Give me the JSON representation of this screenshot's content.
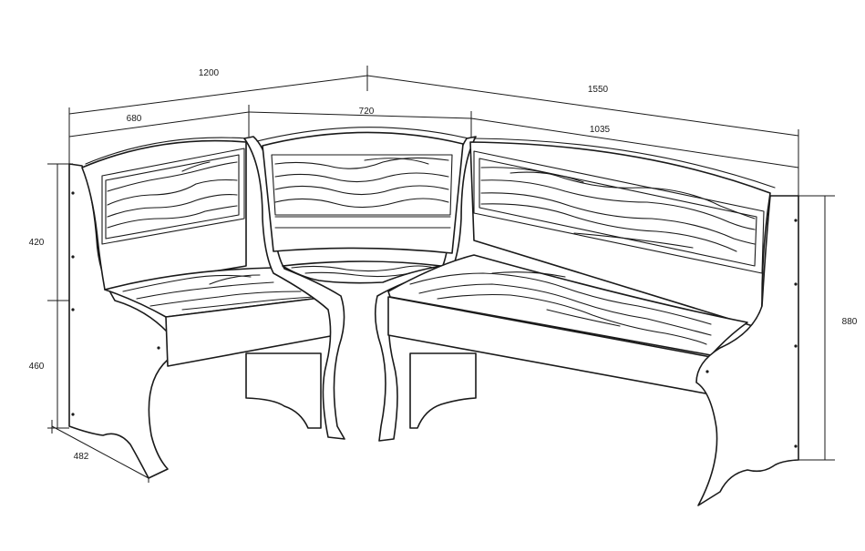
{
  "dimensions": {
    "overall_left": "1200",
    "overall_right": "1550",
    "left_bench": "680",
    "corner": "720",
    "right_bench": "1035",
    "back_height": "420",
    "seat_height": "460",
    "total_height": "880",
    "depth": "482"
  },
  "colors": {
    "line": "#1a1a1a",
    "background": "#ffffff"
  }
}
